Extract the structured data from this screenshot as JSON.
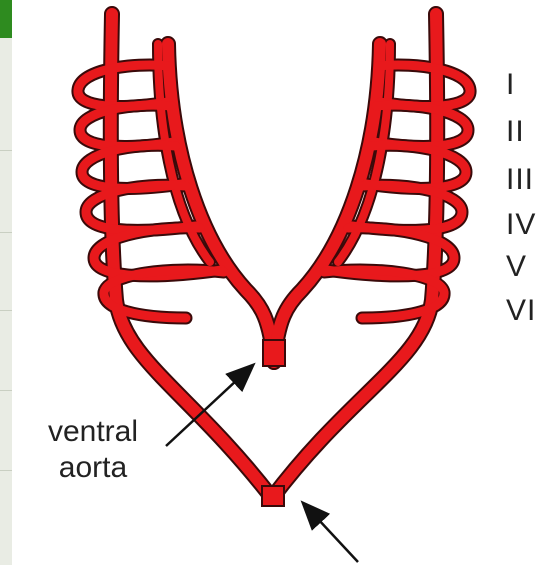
{
  "colors": {
    "vessel": "#e8191c",
    "vessel_outline": "#3a0a0a",
    "arrow": "#111111",
    "text": "#222222"
  },
  "arch_labels": [
    "I",
    "II",
    "III",
    "IV",
    "V",
    "VI"
  ],
  "annotations": {
    "ventral_aorta": [
      "ventral",
      "aorta"
    ]
  }
}
